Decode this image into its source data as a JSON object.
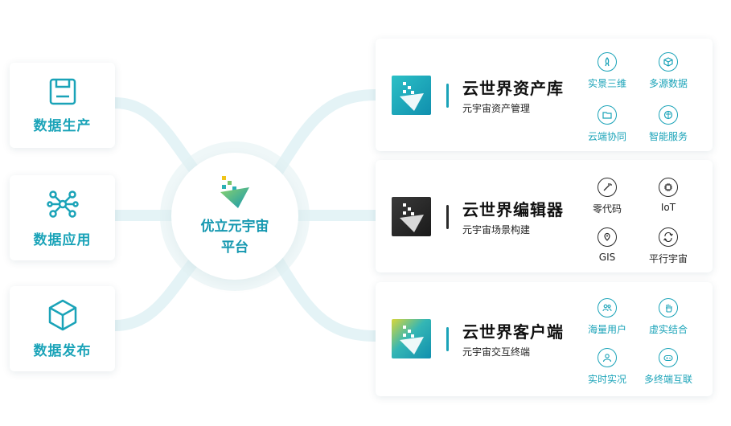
{
  "left_items": [
    {
      "label": "数据生产",
      "icon": "floppy-icon"
    },
    {
      "label": "数据应用",
      "icon": "network-icon"
    },
    {
      "label": "数据发布",
      "icon": "cube-icon"
    }
  ],
  "center": {
    "line1": "优立元宇宙",
    "line2": "平台",
    "icon": "platform-logo-icon"
  },
  "right_cards": [
    {
      "title": "云世界资产库",
      "subtitle": "元宇宙资产管理",
      "accent": "#1aa3b8",
      "features": [
        {
          "label": "实景三维",
          "icon": "rocket-icon"
        },
        {
          "label": "多源数据",
          "icon": "cube-icon"
        },
        {
          "label": "云端协同",
          "icon": "folder-icon"
        },
        {
          "label": "智能服务",
          "icon": "brain-icon"
        }
      ]
    },
    {
      "title": "云世界编辑器",
      "subtitle": "元宇宙场景构建",
      "accent": "#2a2a2a",
      "features": [
        {
          "label": "零代码",
          "icon": "magic-wand-icon"
        },
        {
          "label": "IoT",
          "icon": "chip-icon"
        },
        {
          "label": "GIS",
          "icon": "location-pin-icon"
        },
        {
          "label": "平行宇宙",
          "icon": "sync-icon"
        }
      ]
    },
    {
      "title": "云世界客户端",
      "subtitle": "元宇宙交互终端",
      "accent": "#1aa3b8",
      "features": [
        {
          "label": "海量用户",
          "icon": "users-icon"
        },
        {
          "label": "虚实结合",
          "icon": "hand-icon"
        },
        {
          "label": "实时实况",
          "icon": "live-user-icon"
        },
        {
          "label": "多终端互联",
          "icon": "gamepad-icon"
        }
      ]
    }
  ],
  "colors": {
    "primary": "#1aa3b8",
    "editor_accent": "#2a2a2a",
    "connector": "#dff1f4"
  }
}
